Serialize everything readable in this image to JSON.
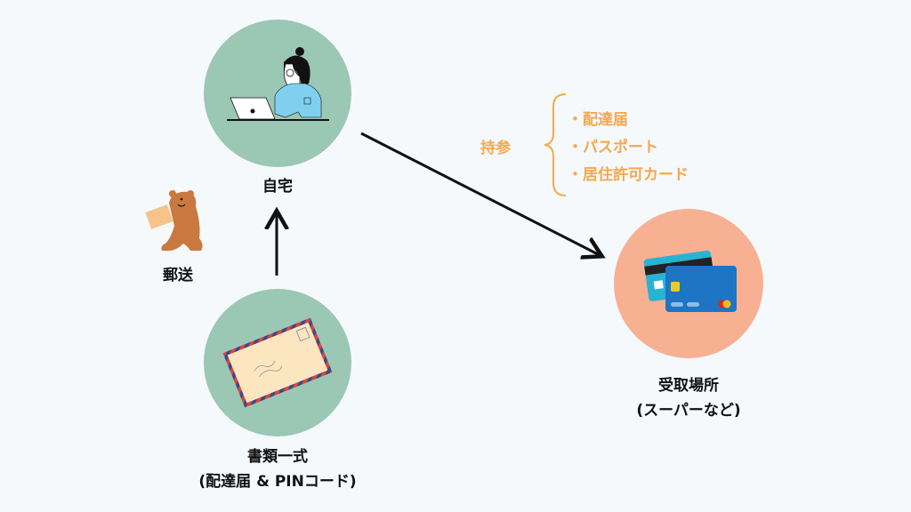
{
  "nodes": {
    "home": {
      "label": "自宅"
    },
    "documents": {
      "line1": "書類一式",
      "line2": "(配達届 & PINコード)"
    },
    "pickup": {
      "line1": "受取場所",
      "line2": "(スーパーなど)"
    },
    "mail": {
      "label": "郵送"
    }
  },
  "bring": {
    "label": "持参",
    "items": [
      "・配達届",
      "・パスポート",
      "・居住許可カード"
    ]
  },
  "colors": {
    "background": "#f5f9fc",
    "green_circle": "#9bc7b5",
    "salmon_circle": "#f8b092",
    "accent_orange": "#f6a84d",
    "arrow": "#111111"
  }
}
